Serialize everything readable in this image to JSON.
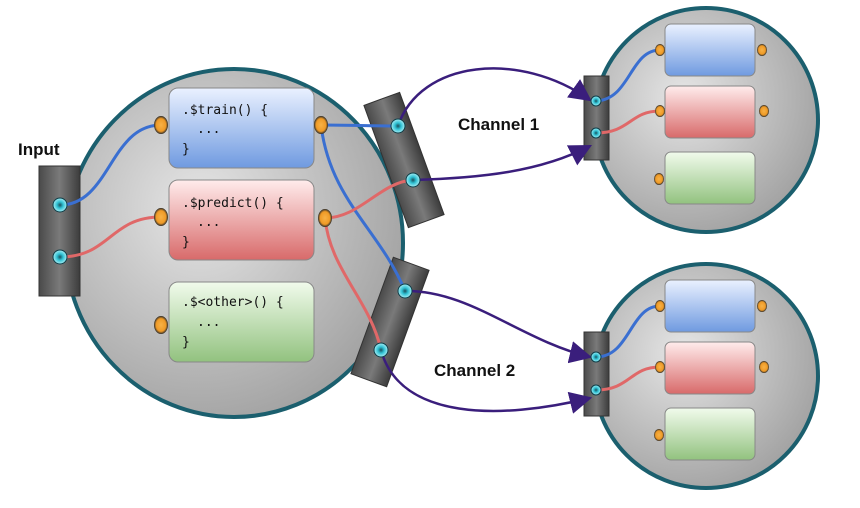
{
  "labels": {
    "input": "Input",
    "channel1": "Channel 1",
    "channel2": "Channel 2"
  },
  "methods": {
    "train": {
      "line1": ".$train() {",
      "line2": "...",
      "line3": "}"
    },
    "predict": {
      "line1": ".$predict() {",
      "line2": "...",
      "line3": "}"
    },
    "other": {
      "line1": ".$<other>() {",
      "line2": "...",
      "line3": "}"
    }
  },
  "colors": {
    "blue_box": "#7ea6e6",
    "red_box": "#e07f7f",
    "green_box": "#9fcc8e",
    "blue_wire": "#3a6fd1",
    "red_wire": "#e06868",
    "channel_wire": "#3a1e7c",
    "node_border": "#1b5f6e",
    "port_orange": "#f2a033",
    "port_teal": "#23b3c6"
  },
  "icons": [
    "connector-port",
    "arrow-head"
  ]
}
